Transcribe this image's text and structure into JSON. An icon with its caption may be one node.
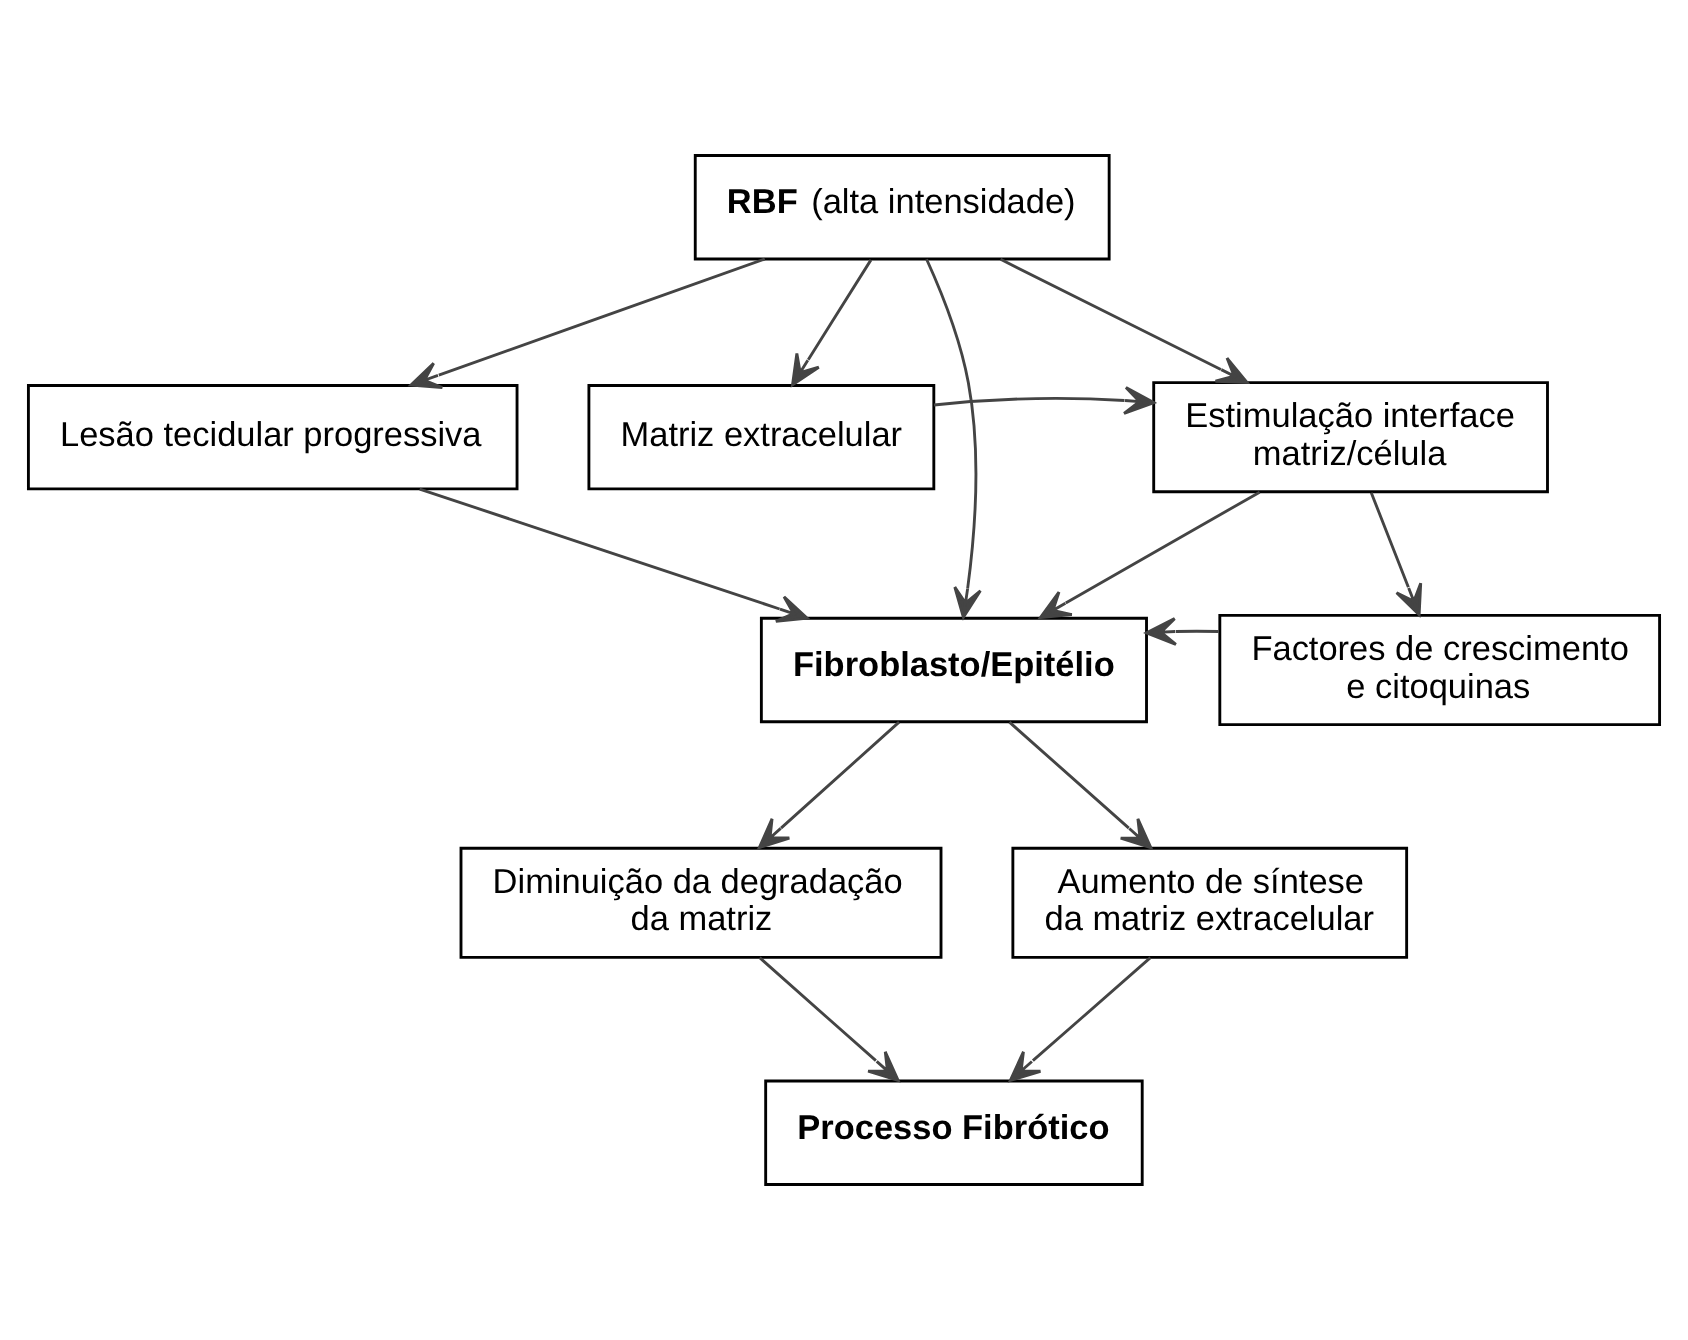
{
  "diagram": {
    "nodes": [
      {
        "text": [
          "**RBF** (alta intensidade)"
        ]
      },
      {
        "text": [
          "Lesão tecidular progressiva"
        ]
      },
      {
        "text": [
          "Matriz extracelular"
        ]
      },
      {
        "text": [
          "Estimulação interface matriz/célula"
        ]
      },
      {
        "text": [
          "Fibroblasto/Epitélio"
        ]
      },
      {
        "text": [
          "Factores de crescimento e citoquinas"
        ]
      },
      {
        "text": [
          "Diminuição da degradação da matriz"
        ]
      },
      {
        "text": [
          "Aumento de síntese da matriz extracelular"
        ]
      },
      {
        "text": [
          "Processo Fibrótico"
        ]
      }
    ],
    "edges": [
      {
        "from": 0,
        "to": 1,
        "arrow": "to"
      },
      {
        "from": 0,
        "to": 2,
        "arrow": "to"
      },
      {
        "from": 0,
        "to": 3,
        "arrow": "to"
      },
      {
        "from": 0,
        "to": 4,
        "arrow": "to"
      },
      {
        "from": 2,
        "to": 3,
        "arrow": "to"
      },
      {
        "from": 1,
        "to": 4,
        "arrow": "to"
      },
      {
        "from": 3,
        "to": 4,
        "arrow": "to"
      },
      {
        "from": 3,
        "to": 5,
        "arrow": "to"
      },
      {
        "from": 5,
        "to": 4,
        "arrow": "to"
      },
      {
        "from": 4,
        "to": 6,
        "arrow": "to"
      },
      {
        "from": 4,
        "to": 7,
        "arrow": "to"
      },
      {
        "from": 6,
        "to": 8,
        "arrow": "to"
      },
      {
        "from": 7,
        "to": 8,
        "arrow": "to"
      }
    ]
  }
}
